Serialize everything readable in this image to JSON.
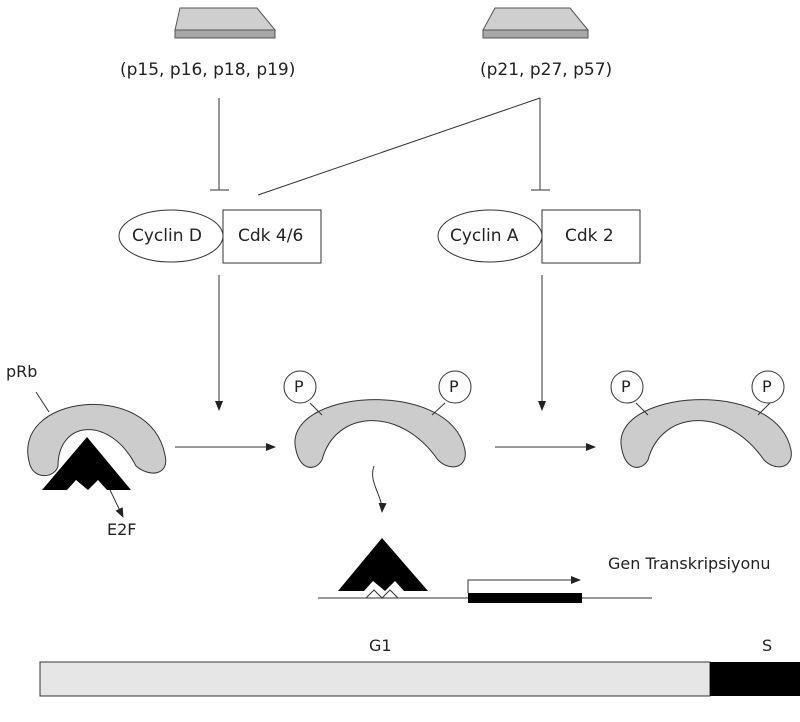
{
  "inhibitors_left": {
    "label": "(p15, p16, p18, p19)"
  },
  "inhibitors_right": {
    "label": "(p21, p27, p57)"
  },
  "complex_left": {
    "cyclin": "Cyclin D",
    "cdk": "Cdk 4/6"
  },
  "complex_right": {
    "cyclin": "Cyclin A",
    "cdk": "Cdk 2"
  },
  "protein_label": "pRb",
  "factor_label": "E2F",
  "phospho_label": "P",
  "transcription_label": "Gen Transkripsiyonu",
  "phase": {
    "g1": "G1",
    "s": "S"
  },
  "colors": {
    "protein_fill": "#cccccc",
    "factor_fill": "#000000",
    "line": "#222222",
    "inhibitor_fill": "#c8c8c8",
    "bar_g1": "#e6e6e6",
    "bar_s": "#000000"
  }
}
